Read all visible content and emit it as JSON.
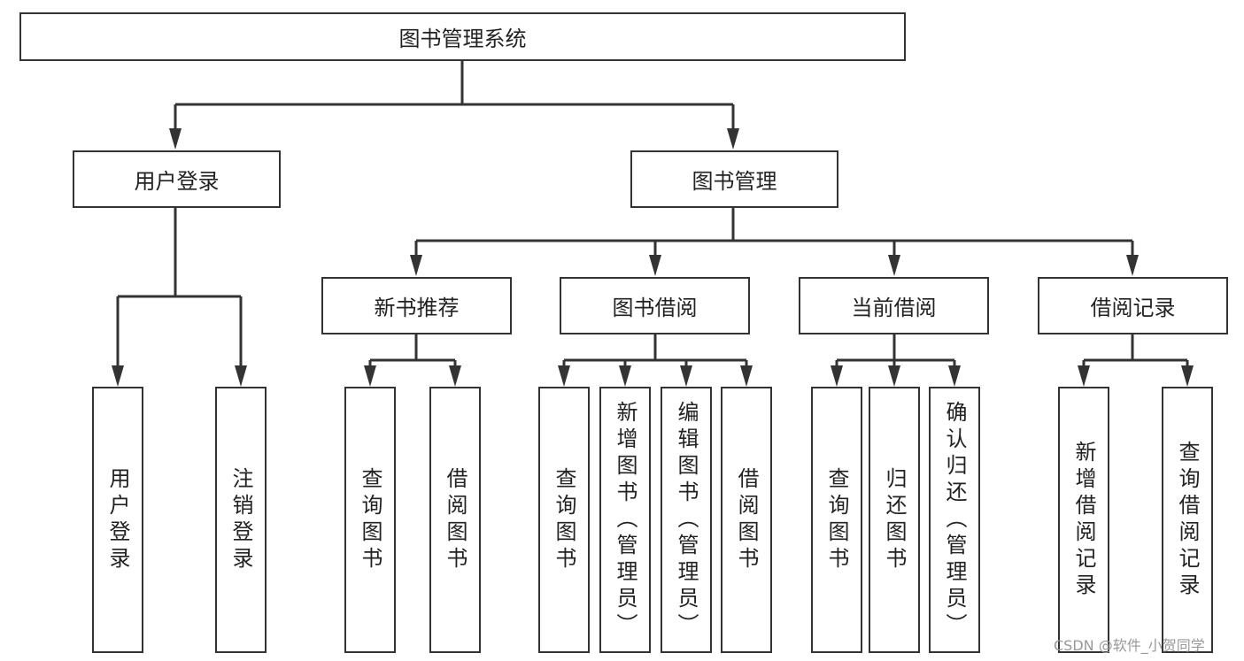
{
  "root": {
    "label": "图书管理系统"
  },
  "level1": [
    {
      "label": "用户登录",
      "children": [
        "用户登录",
        "注销登录"
      ]
    },
    {
      "label": "图书管理"
    }
  ],
  "level2": [
    {
      "label": "新书推荐",
      "children": [
        "查询图书",
        "借阅图书"
      ]
    },
    {
      "label": "图书借阅",
      "children": [
        "查询图书",
        "新增图书（管理员）",
        "编辑图书（管理员）",
        "借阅图书"
      ]
    },
    {
      "label": "当前借阅",
      "children": [
        "查询图书",
        "归还图书",
        "确认归还（管理员）"
      ]
    },
    {
      "label": "借阅记录",
      "children": [
        "新增借阅记录",
        "查询借阅记录"
      ]
    }
  ],
  "watermark": "CSDN @软件_小贺同学",
  "colors": {
    "stroke": "#333333",
    "text": "#222222"
  }
}
